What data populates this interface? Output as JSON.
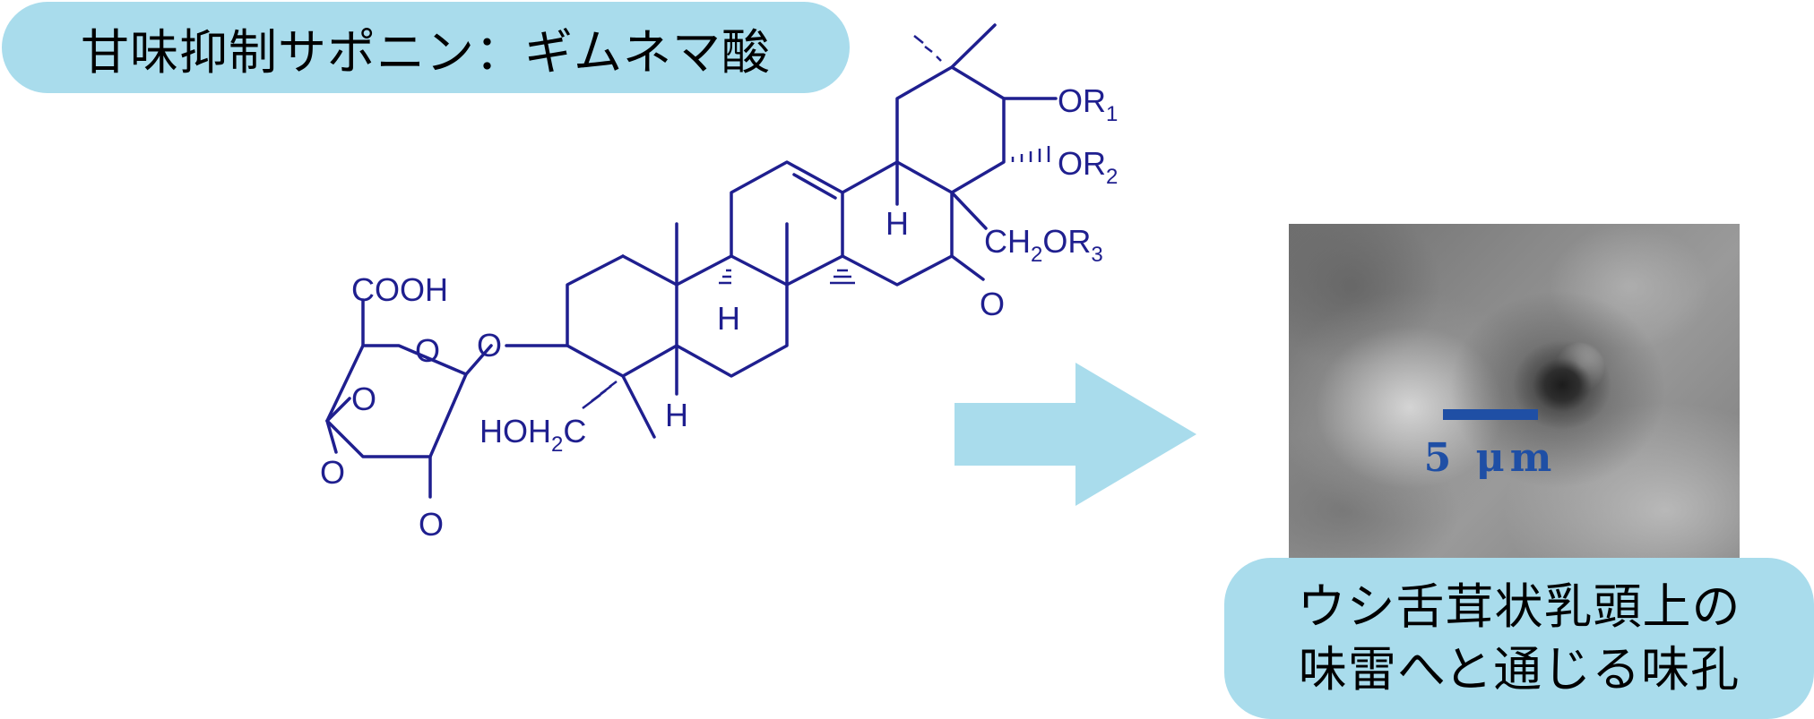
{
  "title": "甘味抑制サポニン：ギムネマ酸",
  "molecule": {
    "labels": {
      "or1_o": "OR",
      "or1_sub": "1",
      "or2_o": "OR",
      "or2_sub": "2",
      "ch2or3_a": "CH",
      "ch2or3_sub1": "2",
      "ch2or3_b": "OR",
      "ch2or3_sub2": "3",
      "ketone_o": "O",
      "h_upper": "H",
      "h_mid": "H",
      "h_lower": "H",
      "glycosidic_o": "O",
      "hoh2c_a": "HOH",
      "hoh2c_sub": "2",
      "hoh2c_b": "C",
      "cooh": "COOH",
      "ring_o": "O",
      "sugar_o_left": "O",
      "sugar_o_bottom_left": "O",
      "sugar_o_bottom": "O"
    }
  },
  "micrograph": {
    "scale_label": "5 μm"
  },
  "caption": {
    "line1": "ウシ舌茸状乳頭上の",
    "line2": "味雷へと通じる味孔"
  },
  "colors": {
    "pill": "#a9dcec",
    "structure": "#1f1f8f",
    "scale": "#1f4fa5",
    "arrow": "#a9dcec"
  }
}
